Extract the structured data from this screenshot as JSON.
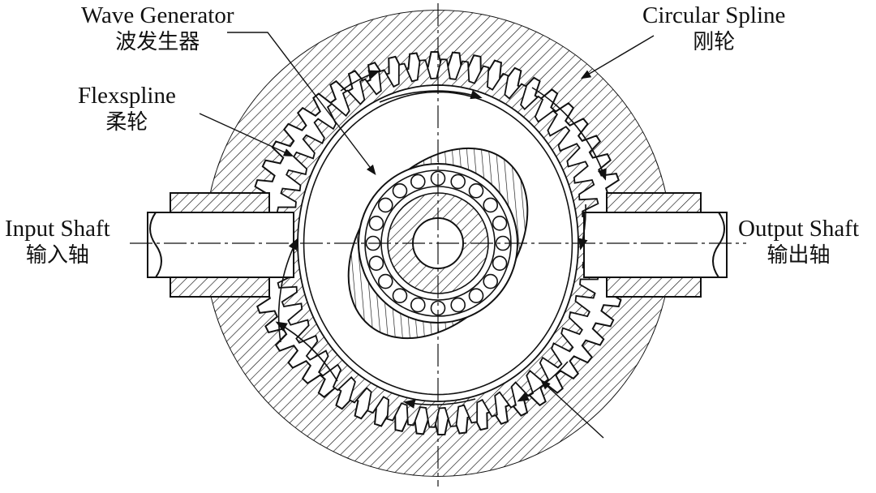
{
  "labels": {
    "wave_generator": {
      "en": "Wave Generator",
      "zh": "波发生器"
    },
    "circular_spline": {
      "en": "Circular Spline",
      "zh": "刚轮"
    },
    "flexspline": {
      "en": "Flexspline",
      "zh": "柔轮"
    },
    "input_shaft": {
      "en": "Input Shaft",
      "zh": "输入轴"
    },
    "output_shaft": {
      "en": "Output Shaft",
      "zh": "输出轴"
    }
  },
  "gear": {
    "circular_spline_teeth": 56,
    "flexspline_teeth": 54
  },
  "colors": {
    "line": "#111111",
    "background": "#ffffff"
  }
}
